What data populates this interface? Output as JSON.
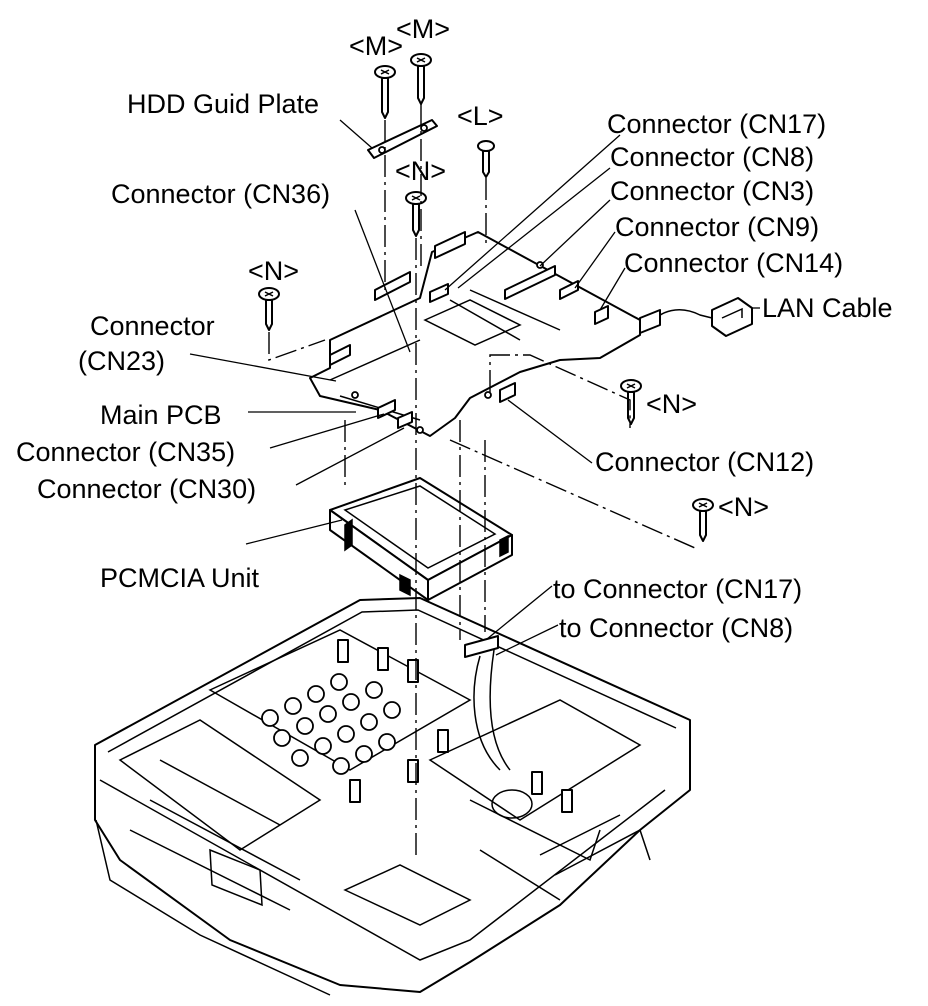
{
  "diagram": {
    "screw_labels": {
      "m_left": "<M>",
      "m_right": "<M>",
      "l": "<L>",
      "n_center": "<N>",
      "n_left": "<N>",
      "n_right_mid": "<N>",
      "n_right_low": "<N>"
    },
    "callouts": {
      "hdd_guide_plate": "HDD Guid Plate",
      "cn17": "Connector (CN17)",
      "cn8": "Connector (CN8)",
      "cn3": "Connector (CN3)",
      "cn9": "Connector (CN9)",
      "cn14": "Connector (CN14)",
      "cn36": "Connector (CN36)",
      "lan_cable": "LAN Cable",
      "cn23_line1": "Connector",
      "cn23_line2": "(CN23)",
      "main_pcb": "Main PCB",
      "cn35": "Connector (CN35)",
      "cn30": "Connector (CN30)",
      "cn12": "Connector (CN12)",
      "pcmcia_unit": "PCMCIA Unit",
      "to_cn17": "to Connector (CN17)",
      "to_cn8": "to Connector (CN8)"
    }
  }
}
